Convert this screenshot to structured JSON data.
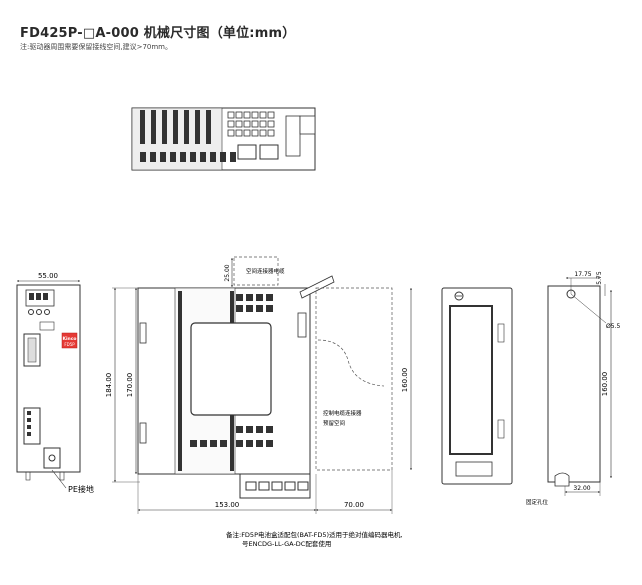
{
  "header": {
    "title": "FD425P-□A-000 机械尺寸图（单位:mm）",
    "note": "注:驱动器周围需要保留接线空间,建议>70mm。"
  },
  "front_view": {
    "width_dim": "55.00",
    "brand": "Kinco",
    "model": "FD5P",
    "pe_label": "PE接地"
  },
  "side_view": {
    "height_total": "184.00",
    "height_inner": "170.00",
    "depth_dim": "153.00",
    "ext_dim": "70.00",
    "height_right": "160.00",
    "top_clearance": "25.00",
    "top_connector_label": "空间连接器电缆",
    "control_label_line1": "控制电缆连接器",
    "control_label_line2": "预留空间"
  },
  "mount_view": {
    "top_dim1": "17.75",
    "top_dim2": "5.75",
    "hole_dim": "Ø5.5",
    "height_dim": "160.00",
    "bottom_dim": "32.00",
    "hole_label": "固定孔位"
  },
  "footnote": {
    "line1": "备注:FD5P电池盒适配包(BAT-FD5)适用于绝对值编码器电机,",
    "line2": "号ENCDG-LL-GA-DC配套使用"
  }
}
